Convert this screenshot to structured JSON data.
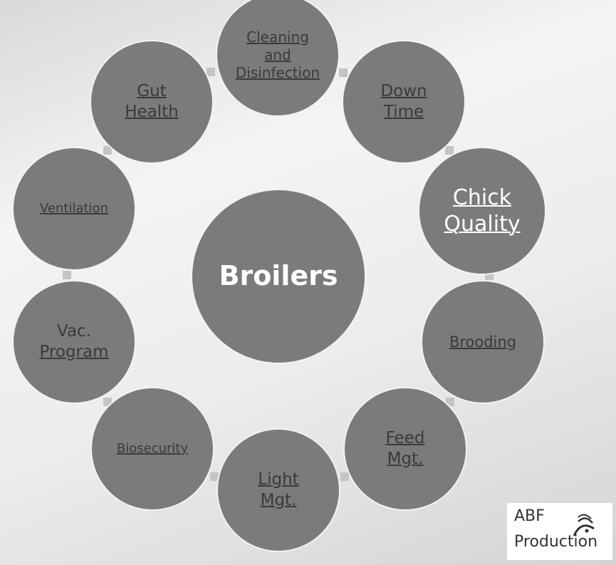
{
  "center": {
    "label": "Broilers"
  },
  "nodes": [
    {
      "lines": [
        "Cleaning",
        "and",
        "Disinfection"
      ]
    },
    {
      "lines": [
        "Down",
        "Time"
      ]
    },
    {
      "lines": [
        "Chick",
        "Quality"
      ]
    },
    {
      "lines": [
        "Brooding"
      ]
    },
    {
      "lines": [
        "Feed",
        "Mgt."
      ]
    },
    {
      "lines": [
        "Light",
        "Mgt."
      ]
    },
    {
      "lines": [
        "Biosecurity"
      ]
    },
    {
      "lines": [
        "Vac.",
        "Program"
      ]
    },
    {
      "lines": [
        "Ventilation"
      ]
    },
    {
      "lines": [
        "Gut",
        "Health"
      ]
    }
  ],
  "logo": {
    "line1": "ABF",
    "line2": "Production"
  }
}
